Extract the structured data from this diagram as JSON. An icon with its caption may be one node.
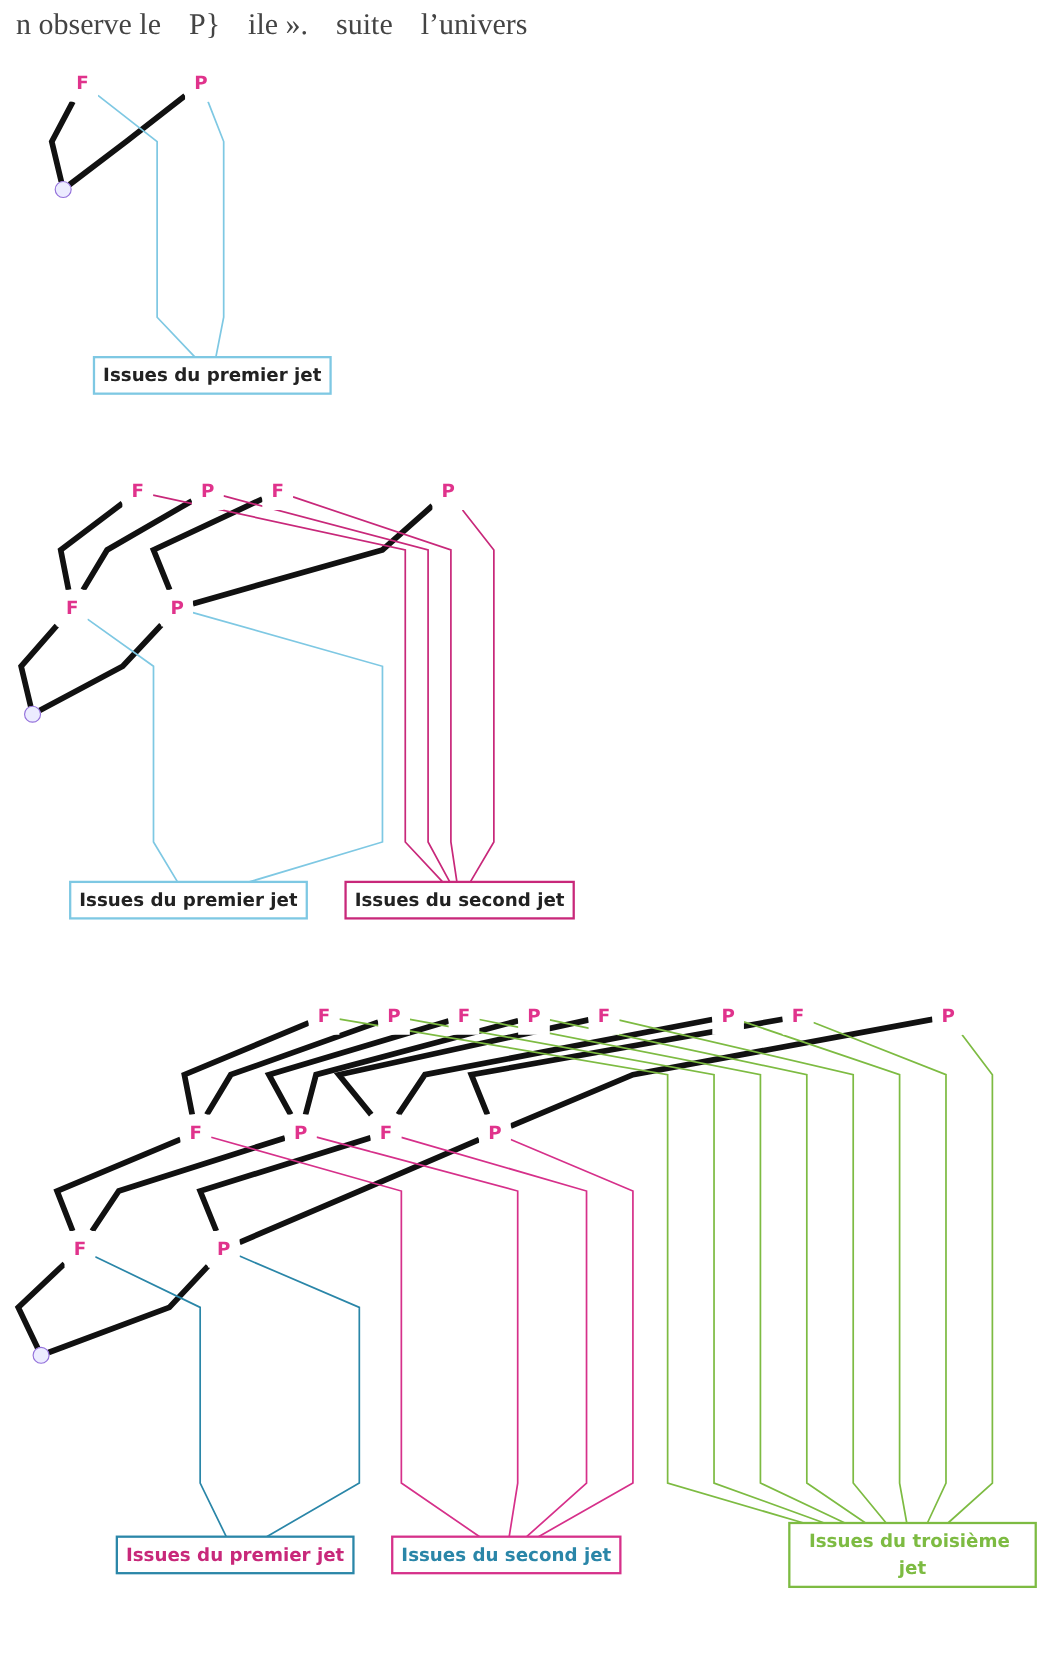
{
  "diagram": {
    "nodes": [
      {
        "text": [],
        "shape": "point"
      },
      {
        "text": [
          "F"
        ]
      },
      {
        "text": [
          "P"
        ]
      },
      {
        "text": [
          "Issues du premier jet"
        ]
      },
      {
        "text": [],
        "shape": "point"
      },
      {
        "text": [
          "F"
        ]
      },
      {
        "text": [
          "P"
        ]
      },
      {
        "text": [
          "F"
        ]
      },
      {
        "text": [
          "P"
        ]
      },
      {
        "text": [
          "F"
        ]
      },
      {
        "text": [
          "P"
        ]
      },
      {
        "text": [
          "Issues du premier jet"
        ]
      },
      {
        "text": [
          "Issues du second jet"
        ]
      },
      {
        "text": [],
        "shape": "point"
      },
      {
        "text": [
          "F"
        ]
      },
      {
        "text": [
          "P"
        ]
      },
      {
        "text": [
          "F"
        ]
      },
      {
        "text": [
          "P"
        ]
      },
      {
        "text": [
          "F"
        ]
      },
      {
        "text": [
          "P"
        ]
      },
      {
        "text": [
          "F"
        ]
      },
      {
        "text": [
          "P"
        ]
      },
      {
        "text": [
          "F"
        ]
      },
      {
        "text": [
          "P"
        ]
      },
      {
        "text": [
          "F"
        ]
      },
      {
        "text": [
          "P"
        ]
      },
      {
        "text": [
          "F"
        ]
      },
      {
        "text": [
          "P"
        ]
      },
      {
        "text": [
          "Issues du second jet"
        ]
      },
      {
        "text": [
          "Issues du premier jet"
        ]
      },
      {
        "text": [
          "Issues du troisième jet"
        ]
      }
    ],
    "edges": [
      {
        "from": 0,
        "to": 1,
        "arrow": "none",
        "style": "thick"
      },
      {
        "from": 0,
        "to": 2,
        "arrow": "none",
        "style": "thick"
      },
      {
        "from": 3,
        "to": 1,
        "arrow": "none",
        "color": "#7ec8e3"
      },
      {
        "from": 3,
        "to": 2,
        "arrow": "none",
        "color": "#7ec8e3"
      },
      {
        "from": 4,
        "to": 5,
        "arrow": "none",
        "style": "thick"
      },
      {
        "from": 4,
        "to": 6,
        "arrow": "none",
        "style": "thick"
      },
      {
        "from": 5,
        "to": 7,
        "arrow": "none",
        "style": "thick"
      },
      {
        "from": 5,
        "to": 8,
        "arrow": "none",
        "style": "thick"
      },
      {
        "from": 6,
        "to": 9,
        "arrow": "none",
        "style": "thick"
      },
      {
        "from": 6,
        "to": 10,
        "arrow": "none",
        "style": "thick"
      },
      {
        "from": 11,
        "to": 5,
        "arrow": "none",
        "color": "#7ec8e3"
      },
      {
        "from": 11,
        "to": 6,
        "arrow": "none",
        "color": "#7ec8e3"
      },
      {
        "from": 12,
        "to": 7,
        "arrow": "none",
        "color": "#c8287a"
      },
      {
        "from": 12,
        "to": 8,
        "arrow": "none",
        "color": "#c8287a"
      },
      {
        "from": 12,
        "to": 9,
        "arrow": "none",
        "color": "#c8287a"
      },
      {
        "from": 12,
        "to": 10,
        "arrow": "none",
        "color": "#c8287a"
      },
      {
        "from": 13,
        "to": 14,
        "arrow": "none",
        "style": "thick"
      },
      {
        "from": 13,
        "to": 15,
        "arrow": "none",
        "style": "thick"
      },
      {
        "from": 14,
        "to": 16,
        "arrow": "none",
        "style": "thick"
      },
      {
        "from": 14,
        "to": 17,
        "arrow": "none",
        "style": "thick"
      },
      {
        "from": 15,
        "to": 18,
        "arrow": "none",
        "style": "thick"
      },
      {
        "from": 15,
        "to": 19,
        "arrow": "none",
        "style": "thick"
      },
      {
        "from": 16,
        "to": 20,
        "arrow": "none",
        "style": "thick"
      },
      {
        "from": 16,
        "to": 21,
        "arrow": "none",
        "style": "thick"
      },
      {
        "from": 17,
        "to": 22,
        "arrow": "none",
        "style": "thick"
      },
      {
        "from": 17,
        "to": 23,
        "arrow": "none",
        "style": "thick"
      },
      {
        "from": 18,
        "to": 24,
        "arrow": "none",
        "style": "thick"
      },
      {
        "from": 18,
        "to": 25,
        "arrow": "none",
        "style": "thick"
      },
      {
        "from": 19,
        "to": 26,
        "arrow": "none",
        "style": "thick"
      },
      {
        "from": 19,
        "to": 27,
        "arrow": "none",
        "style": "thick"
      },
      {
        "from": 29,
        "to": 14,
        "arrow": "none",
        "color": "#2a86a8"
      },
      {
        "from": 29,
        "to": 15,
        "arrow": "none",
        "color": "#2a86a8"
      },
      {
        "from": 28,
        "to": 16,
        "arrow": "none",
        "color": "#d6308a"
      },
      {
        "from": 28,
        "to": 17,
        "arrow": "none",
        "color": "#d6308a"
      },
      {
        "from": 28,
        "to": 18,
        "arrow": "none",
        "color": "#d6308a"
      },
      {
        "from": 28,
        "to": 19,
        "arrow": "none",
        "color": "#d6308a"
      },
      {
        "from": 30,
        "to": 20,
        "arrow": "none",
        "color": "#7dbb42"
      },
      {
        "from": 30,
        "to": 21,
        "arrow": "none",
        "color": "#7dbb42"
      },
      {
        "from": 30,
        "to": 22,
        "arrow": "none",
        "color": "#7dbb42"
      },
      {
        "from": 30,
        "to": 23,
        "arrow": "none",
        "color": "#7dbb42"
      },
      {
        "from": 30,
        "to": 24,
        "arrow": "none",
        "color": "#7dbb42"
      },
      {
        "from": 30,
        "to": 25,
        "arrow": "none",
        "color": "#7dbb42"
      },
      {
        "from": 30,
        "to": 26,
        "arrow": "none",
        "color": "#7dbb42"
      },
      {
        "from": 30,
        "to": 27,
        "arrow": "none",
        "color": "#7dbb42"
      }
    ],
    "labels": [
      "n observe le",
      "P}",
      "ile ».",
      "suite",
      "l’univers"
    ]
  }
}
